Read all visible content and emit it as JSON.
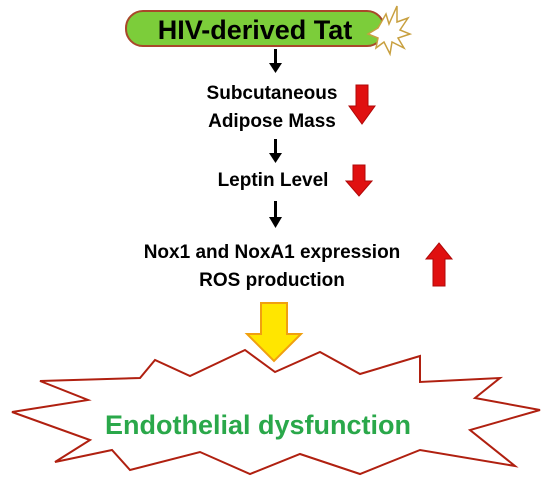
{
  "source": {
    "label": "HIV-derived Tat"
  },
  "steps": [
    {
      "lines": [
        "Subcutaneous",
        "Adipose Mass"
      ],
      "trend": "down"
    },
    {
      "lines": [
        "Leptin Level"
      ],
      "trend": "down"
    },
    {
      "lines": [
        "Nox1 and NoxA1 expression",
        "ROS production"
      ],
      "trend": "up"
    }
  ],
  "outcome": {
    "label": "Endothelial dysfunction"
  },
  "colors": {
    "pill_fill": "#7ccd3a",
    "pill_border": "#a8482a",
    "title_text": "#000000",
    "outcome_text": "#2aa84a",
    "star_border": "#b02010",
    "trend_arrow": "#e01010",
    "big_arrow_fill": "#ffe600",
    "big_arrow_border": "#f0a010",
    "flow_arrow": "#000000"
  }
}
